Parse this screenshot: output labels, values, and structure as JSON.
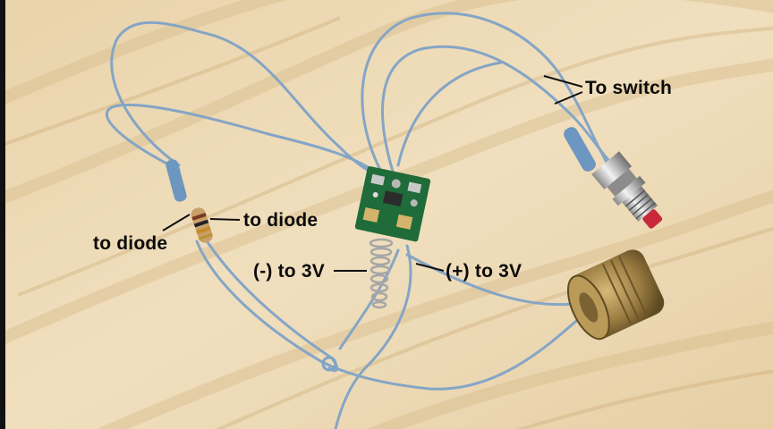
{
  "labels": {
    "to_switch": "To switch",
    "to_diode_right": "to diode",
    "to_diode_left": "to diode",
    "negative_to_3v": "(-) to 3V",
    "positive_to_3v": "(+) to 3V"
  },
  "colors": {
    "wood": "#ecd9b4",
    "wire": "#7fa3c7",
    "pcb": "#1f6b3a",
    "brass": "#a88a4e",
    "switch_button": "#c8283a"
  }
}
